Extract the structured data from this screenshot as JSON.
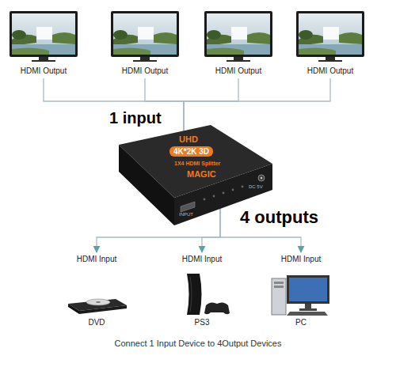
{
  "diagram": {
    "caption": "Connect 1 Input Device to 4Output Devices",
    "nodes": [
      {
        "text": [
          "HDMI Output"
        ]
      },
      {
        "text": [
          "HDMI Output"
        ]
      },
      {
        "text": [
          "HDMI Output"
        ]
      },
      {
        "text": [
          "HDMI Output"
        ]
      },
      {
        "text": [
          "UHD",
          "4K*2K 3D",
          "1X4 HDMI Splitter",
          "MAGIC"
        ]
      },
      {
        "text": [
          "HDMI Input",
          "DVD"
        ]
      },
      {
        "text": [
          "HDMI Input",
          "PS3"
        ]
      },
      {
        "text": [
          "HDMI Input",
          "PC"
        ]
      }
    ],
    "edges": [
      {
        "from": 4,
        "to": 0,
        "arrow": "none"
      },
      {
        "from": 4,
        "to": 1,
        "arrow": "none"
      },
      {
        "from": 4,
        "to": 2,
        "arrow": "none"
      },
      {
        "from": 4,
        "to": 3,
        "arrow": "none"
      },
      {
        "from": 4,
        "to": 5,
        "arrow": "to"
      },
      {
        "from": 4,
        "to": 6,
        "arrow": "to"
      },
      {
        "from": 4,
        "to": 7,
        "arrow": "to"
      }
    ],
    "labels": [
      "1 input",
      "4 outputs",
      "INPUT",
      "DC 5V"
    ]
  }
}
